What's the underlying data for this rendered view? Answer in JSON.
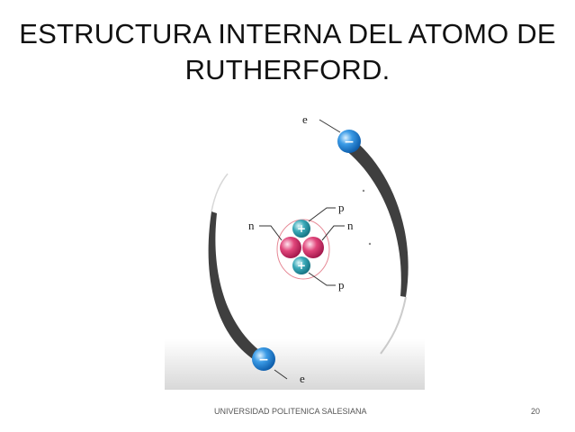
{
  "slide": {
    "title_line1": "ESTRUCTURA INTERNA DEL ATOMO DE",
    "title_line2": "RUTHERFORD.",
    "footer_text": "UNIVERSIDAD POLITENICA SALESIANA",
    "page_number": "20"
  },
  "diagram": {
    "electron_label_top": "e",
    "electron_label_bottom": "e",
    "proton_label_top": "p",
    "proton_label_bottom": "p",
    "neutron_label_left": "n",
    "neutron_label_right": "n",
    "electron_sign": "−",
    "proton_sign": "+",
    "colors": {
      "electron": "#2e8fe0",
      "proton": "#3aa9b8",
      "neutron": "#e0457a",
      "nucleus_outline": "#e06a7a",
      "orbit_trail": "#2a2a2a"
    }
  }
}
